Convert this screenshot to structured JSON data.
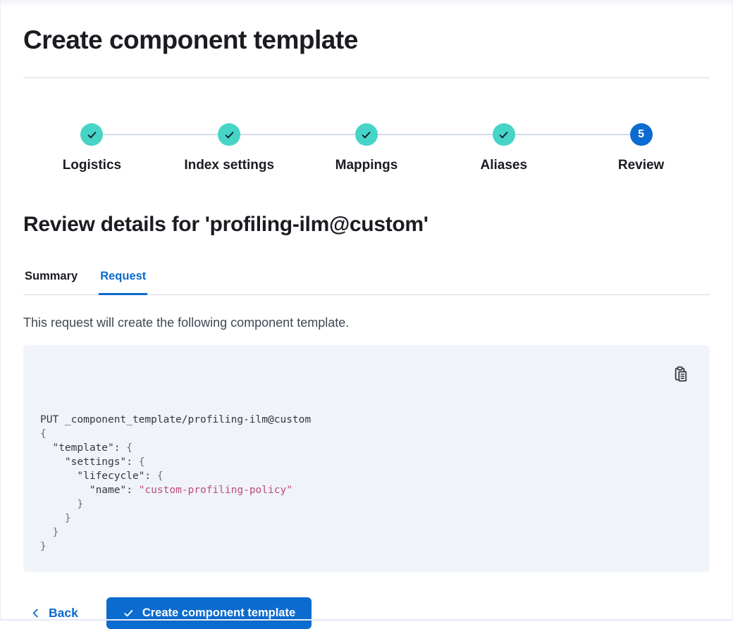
{
  "page": {
    "title": "Create component template"
  },
  "stepper": {
    "steps": [
      {
        "label": "Logistics",
        "status": "complete",
        "icon": "check-icon"
      },
      {
        "label": "Index settings",
        "status": "complete",
        "icon": "check-icon"
      },
      {
        "label": "Mappings",
        "status": "complete",
        "icon": "check-icon"
      },
      {
        "label": "Aliases",
        "status": "complete",
        "icon": "check-icon"
      },
      {
        "label": "Review",
        "status": "current",
        "number": "5"
      }
    ]
  },
  "review": {
    "heading": "Review details for 'profiling-ilm@custom'",
    "tabs": [
      {
        "label": "Summary",
        "active": false
      },
      {
        "label": "Request",
        "active": true
      }
    ],
    "description": "This request will create the following component template."
  },
  "code_block": {
    "copy_icon": "copy-clipboard-icon",
    "lines": [
      [
        {
          "text": "PUT _component_template/profiling-ilm@custom",
          "type": "plain"
        }
      ],
      [
        {
          "text": "{",
          "type": "punct"
        }
      ],
      [
        {
          "text": "  \"template\": ",
          "type": "plain"
        },
        {
          "text": "{",
          "type": "punct"
        }
      ],
      [
        {
          "text": "    \"settings\": ",
          "type": "plain"
        },
        {
          "text": "{",
          "type": "punct"
        }
      ],
      [
        {
          "text": "      \"lifecycle\": ",
          "type": "plain"
        },
        {
          "text": "{",
          "type": "punct"
        }
      ],
      [
        {
          "text": "        \"name\": ",
          "type": "plain"
        },
        {
          "text": "\"custom-profiling-policy\"",
          "type": "string"
        }
      ],
      [
        {
          "text": "      }",
          "type": "punct"
        }
      ],
      [
        {
          "text": "    }",
          "type": "punct"
        }
      ],
      [
        {
          "text": "  }",
          "type": "punct"
        }
      ],
      [
        {
          "text": "}",
          "type": "punct"
        }
      ]
    ]
  },
  "footer": {
    "back_label": "Back",
    "back_icon": "chevron-left-icon",
    "create_label": "Create component template",
    "create_icon": "check-icon"
  },
  "colors": {
    "primary_blue": "#0b6bce",
    "success_teal": "#46d4c6",
    "string_pink": "#bd4c78",
    "code_background": "#f0f3fa",
    "divider": "#d6d9e6",
    "text": "#1a1c21",
    "punct_gray": "#69707d"
  }
}
